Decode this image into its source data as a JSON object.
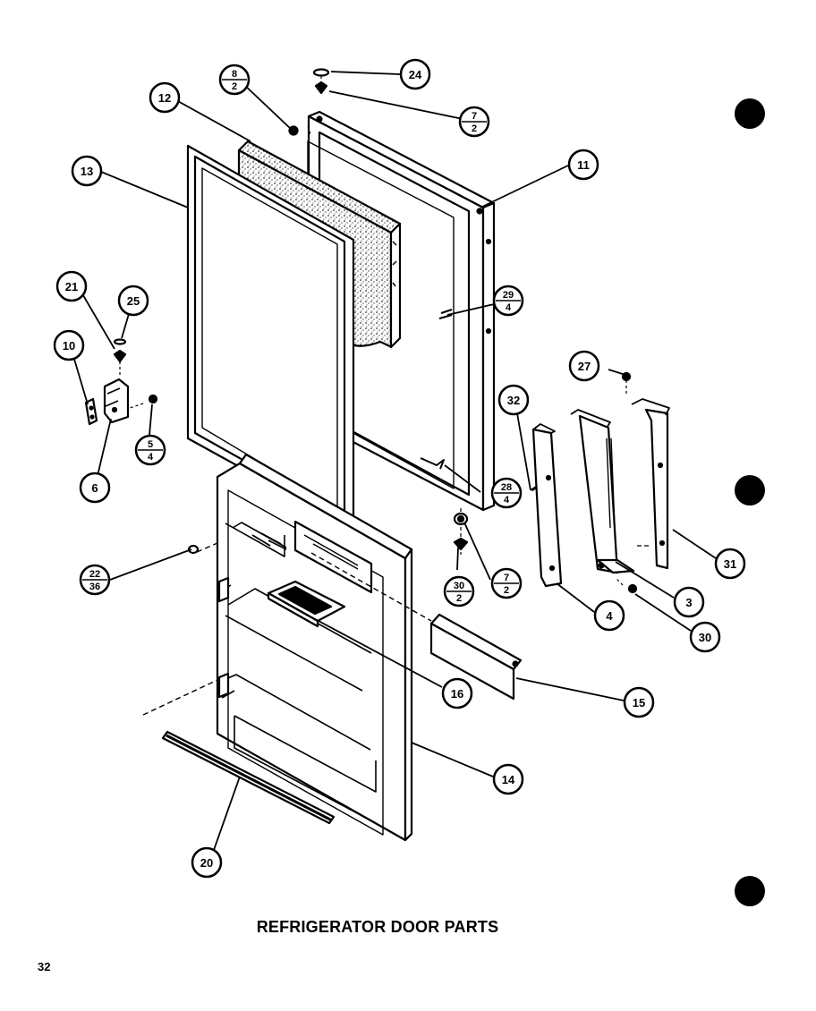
{
  "diagram": {
    "title": "REFRIGERATOR DOOR PARTS",
    "page_number": "32"
  },
  "callouts": [
    {
      "id": "c24",
      "label": "24"
    },
    {
      "id": "c8-2",
      "top": "8",
      "bottom": "2"
    },
    {
      "id": "c7-2-top",
      "top": "7",
      "bottom": "2"
    },
    {
      "id": "c12",
      "label": "12"
    },
    {
      "id": "c11",
      "label": "11"
    },
    {
      "id": "c13",
      "label": "13"
    },
    {
      "id": "c21",
      "label": "21"
    },
    {
      "id": "c25",
      "label": "25"
    },
    {
      "id": "c10",
      "label": "10"
    },
    {
      "id": "c6",
      "label": "6"
    },
    {
      "id": "c5-4",
      "top": "5",
      "bottom": "4"
    },
    {
      "id": "c29-4",
      "top": "29",
      "bottom": "4"
    },
    {
      "id": "c27",
      "label": "27"
    },
    {
      "id": "c32",
      "label": "32"
    },
    {
      "id": "c28-4",
      "top": "28",
      "bottom": "4"
    },
    {
      "id": "c7-2-bot",
      "top": "7",
      "bottom": "2"
    },
    {
      "id": "c30-2",
      "top": "30",
      "bottom": "2"
    },
    {
      "id": "c31",
      "label": "31"
    },
    {
      "id": "c3",
      "label": "3"
    },
    {
      "id": "c4",
      "label": "4"
    },
    {
      "id": "c30",
      "label": "30"
    },
    {
      "id": "c22-36",
      "top": "22",
      "bottom": "36"
    },
    {
      "id": "c16",
      "label": "16"
    },
    {
      "id": "c15",
      "label": "15"
    },
    {
      "id": "c14",
      "label": "14"
    },
    {
      "id": "c20",
      "label": "20"
    }
  ]
}
